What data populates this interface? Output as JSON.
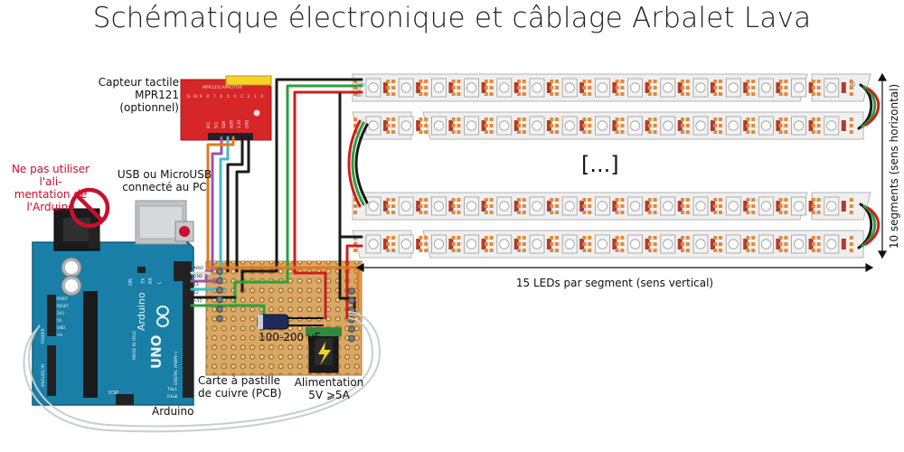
{
  "title": "Schématique électronique et câblage Arbalet Lava",
  "labels": {
    "sensor": "Capteur tactile\nMPR121\n(optionnel)",
    "warning": "Ne pas utiliser l'ali-\nmentation de l'Arduino",
    "usb": "USB ou MicroUSB\nconnecté au PC",
    "capacitor": "100-200 µF",
    "pcb": "Carte à pastille\nde cuivre (PCB)",
    "power": "Alimentation\n5V ⩾5A",
    "arduino": "Arduino",
    "ellipsis": "[...]",
    "leds_per_segment": "15 LEDs par segment (sens vertical)",
    "segments": "10 segments (sens horizontal)"
  },
  "board_text": {
    "uno": "UNO",
    "brand": "Arduino",
    "made_in": "MADE IN ITALY",
    "digital": "DIGITAL (PWM~)",
    "analog": "ANALOG IN",
    "power_header": "POWER",
    "icsp": "ICSP",
    "on": "ON",
    "tx": "TX",
    "rx": "RX",
    "l": "L",
    "aref": "AREF",
    "gnd": "GND",
    "pin13": "13",
    "pin12": "12",
    "pin11": "~11",
    "reset": "RESET",
    "ioref": "IOREF",
    "v33": "3V3",
    "v5": "5V",
    "vin": "Vin",
    "tx1": "TX▸1",
    "rx0": "RX◂0"
  },
  "sensor_text": {
    "name": "MPR121CAPACITIVE",
    "pins_top": [
      "11",
      "10",
      "9",
      "8",
      "7",
      "6",
      "5",
      "4",
      "3",
      "2",
      "1",
      "0"
    ],
    "pins_bottom": [
      "IRQ",
      "SCL",
      "SDA",
      "ADD",
      "3.3V",
      "GND"
    ]
  },
  "strip_text": {
    "pad_gnd": "GND",
    "pad_5v": "5V",
    "pad_din": "Din",
    "pad_dout": "DO"
  },
  "colors": {
    "board": "#1a7fa6",
    "sensor": "#d72628",
    "pcb": "#d9a865",
    "wire_red": "#cc1e1e",
    "wire_black": "#1a1a1a",
    "wire_green": "#2aa13c",
    "wire_purple": "#9a55a8",
    "wire_cyan": "#3fbcc8",
    "wire_orange": "#e07a1f",
    "strip": "#efefef",
    "led": "#f3f3f3",
    "pad": "#e28a3a"
  },
  "icons": [
    "no-entry-icon",
    "bolt-icon",
    "arduino-infinity-logo"
  ]
}
